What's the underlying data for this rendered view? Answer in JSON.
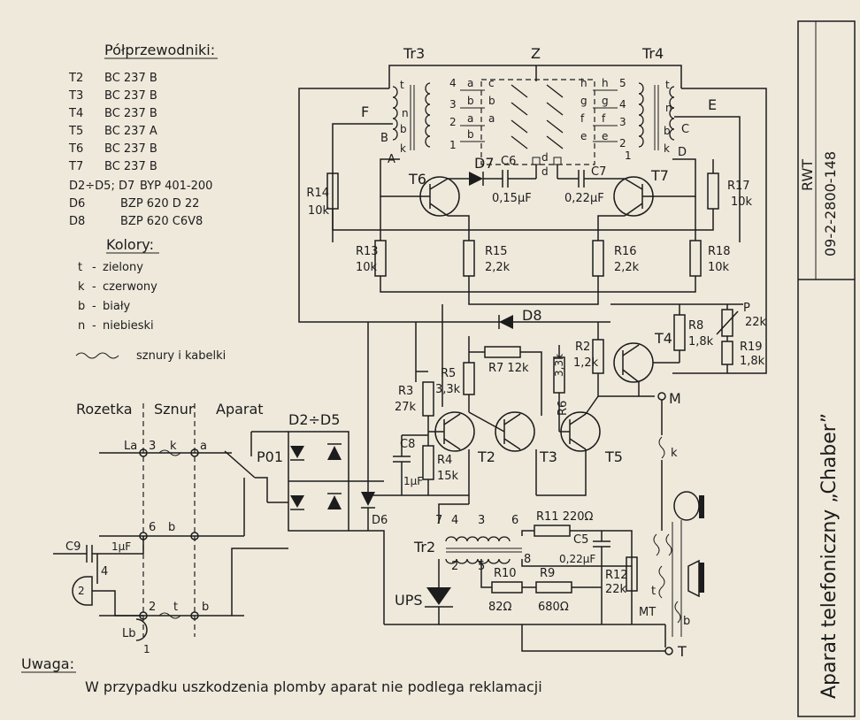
{
  "legend": {
    "semiconductors_title": "Półprzewodniki:",
    "semiconductors": [
      {
        "ref": "T2",
        "part": "BC 237 B"
      },
      {
        "ref": "T3",
        "part": "BC 237 B"
      },
      {
        "ref": "T4",
        "part": "BC 237 B"
      },
      {
        "ref": "T5",
        "part": "BC 237 A"
      },
      {
        "ref": "T6",
        "part": "BC 237 B"
      },
      {
        "ref": "T7",
        "part": "BC 237 B"
      },
      {
        "ref": "D2÷D5; D7",
        "part": "BYP 401-200"
      },
      {
        "ref": "D6",
        "part": "BZP 620 D 22"
      },
      {
        "ref": "D8",
        "part": "BZP 620 C6V8"
      }
    ],
    "colors_title": "Kolory:",
    "colors": [
      {
        "code": "t",
        "name": "zielony"
      },
      {
        "code": "k",
        "name": "czerwony"
      },
      {
        "code": "b",
        "name": "biały"
      },
      {
        "code": "n",
        "name": "niebieski"
      }
    ],
    "cords_label": "sznury i kabelki"
  },
  "title_block": {
    "maker": "RWT",
    "doc_number": "09-2-2800-148",
    "title": "Aparat telefoniczny „Chaber”"
  },
  "note": {
    "heading": "Uwaga:",
    "text": "W przypadku uszkodzenia plomby aparat nie podlega reklamacji"
  },
  "sections": {
    "socket": "Rozetka",
    "cord": "Sznur",
    "phone": "Aparat"
  },
  "components": {
    "tr3": "Tr3",
    "tr4": "Tr4",
    "z": "Z",
    "tr2": "Tr2",
    "t6": "T6",
    "t7": "T7",
    "t2": "T2",
    "t3": "T3",
    "t4": "T4",
    "t5": "T5",
    "d7": "D7",
    "d8": "D8",
    "d2d5": "D2÷D5",
    "d6": "D6",
    "c6": "C6",
    "c6v": "0,15µF",
    "c7": "C7",
    "c7v": "0,22µF",
    "c8": "C8",
    "c8v": "1µF",
    "c9": "C9",
    "c9v": "1µF",
    "c5": "C5",
    "c5v": "0,22µF",
    "r14": "R14",
    "r14v": "10k",
    "r13": "R13",
    "r13v": "10k",
    "r15": "R15",
    "r15v": "2,2k",
    "r16": "R16",
    "r16v": "2,2k",
    "r17": "R17",
    "r17v": "10k",
    "r18": "R18",
    "r18v": "10k",
    "r2": "R2",
    "r2v": "1,2k",
    "r3": "R3",
    "r3v": "27k",
    "r4": "R4",
    "r4v": "15k",
    "r5": "R5",
    "r5v": "3,3k",
    "r6": "R6",
    "r6v": "3,3k",
    "r7": "R7 12k",
    "r8": "R8",
    "r8v": "1,8k",
    "r19": "R19",
    "r19v": "1,8k",
    "p": "P",
    "pv": "22k",
    "r9": "R9",
    "r9v": "680Ω",
    "r10": "R10",
    "r10v": "82Ω",
    "r11": "R11 220Ω",
    "r12": "R12",
    "r12v": "22k",
    "p01": "P01",
    "ups": "UPS",
    "mt": "MT",
    "m": "M",
    "t_term": "T",
    "e": "E",
    "f": "F"
  }
}
